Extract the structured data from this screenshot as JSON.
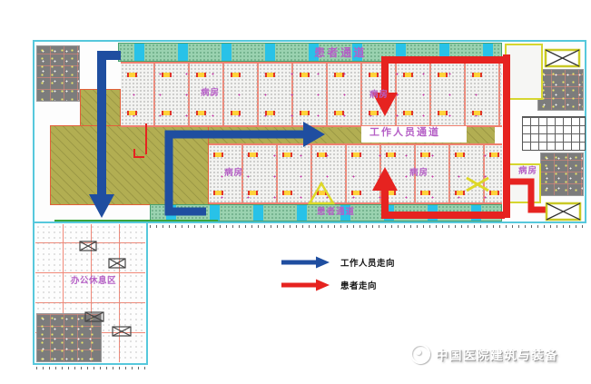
{
  "plan_labels": {
    "patient_corridor_top": "患者通道",
    "staff_corridor": "工作人员通道",
    "patient_corridor_bottom": "患者通道",
    "ward": "病房",
    "office_rest_area": "办公休息区"
  },
  "legend": {
    "items": [
      {
        "name": "staff-route",
        "label": "工作人员走向",
        "color": "#1f4ea0"
      },
      {
        "name": "patient-route",
        "label": "患者走向",
        "color": "#e62320"
      }
    ]
  },
  "watermark": {
    "brand": "中国医院建筑与装备"
  },
  "colors": {
    "staff_route_blue": "#1f4ea0",
    "patient_route_red": "#e62320",
    "corridor_olive": "#b2ae52",
    "balcony_teal": "#9ad2b0",
    "window_cyan": "#28c2e8",
    "outline_cyan": "#56c8dc",
    "room_line_pink": "#f08878",
    "label_purple": "#b55fc6",
    "terrace_gray": "#7c7c7c"
  }
}
